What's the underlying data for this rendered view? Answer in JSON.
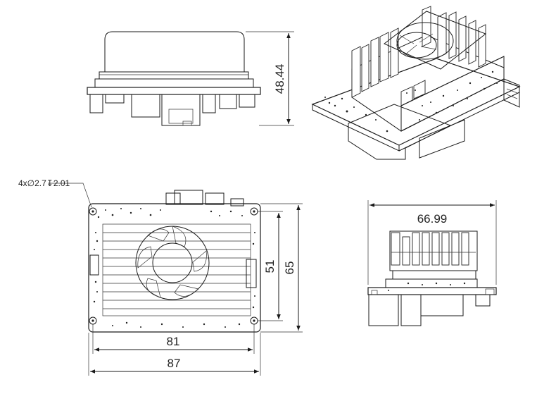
{
  "dimensions": {
    "height": "48.44",
    "hole_callout": "4x∅2.7↧2.01",
    "hole_spacing_y": "51",
    "board_height": "65",
    "hole_spacing_x": "81",
    "board_width": "87",
    "heatsink_width": "66.99"
  }
}
